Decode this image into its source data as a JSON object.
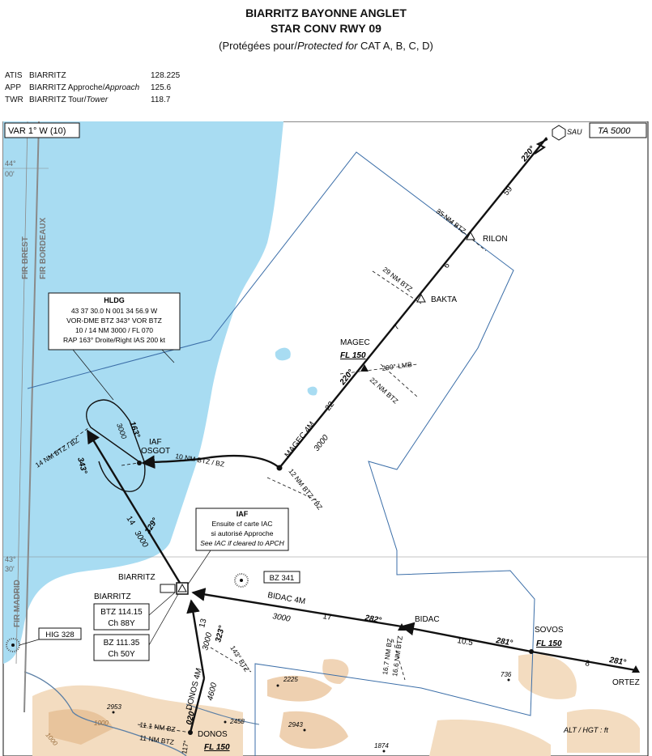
{
  "header": {
    "title": "BIARRITZ BAYONNE ANGLET",
    "subtitle": "STAR CONV RWY 09",
    "protected_prefix": "(Protégées pour/",
    "protected_italic": "Protected for",
    "protected_suffix": " CAT A, B, C, D)"
  },
  "frequencies": [
    {
      "service": "ATIS",
      "name": "BIARRITZ",
      "name_italic": "",
      "freq": "128.225"
    },
    {
      "service": "APP",
      "name": "BIARRITZ  Approche/",
      "name_italic": "Approach",
      "freq": "125.6"
    },
    {
      "service": "TWR",
      "name": "BIARRITZ  Tour/",
      "name_italic": "Tower",
      "freq": "118.7"
    }
  ],
  "map": {
    "var_label": "VAR 1° W (10)",
    "ta_label": "TA  5000",
    "lat_44": "44°",
    "lat_44_min": "00'",
    "lat_43": "43°",
    "lat_43_min": "30'",
    "fir_brest": "FIR BREST",
    "fir_bordeaux": "FIR BORDEAUX",
    "fir_madrid": "FIR MADRID",
    "units_note": "ALT / HGT : ft",
    "hold": {
      "title": "HLDG",
      "line1": "43 37 30.0 N  001 34 56.9 W",
      "line2": "VOR-DME BTZ 343° VOR BTZ",
      "line3": "10 / 14 NM 3000 / FL 070",
      "line4": "RAP 163° Droite/Right IAS 200 kt"
    },
    "iaf_box": {
      "title": "IAF",
      "line1": "Ensuite cf carte IAC",
      "line2": "si autorisé Approche",
      "line3": "See IAC if cleared to APCH"
    },
    "navaids": [
      {
        "name": "BIARRITZ",
        "line1": "BTZ 114.15",
        "line2": "Ch 88Y"
      },
      {
        "name": "",
        "line1": "BZ 111.35",
        "line2": "Ch 50Y"
      }
    ],
    "ndb_bz": "BZ 341",
    "ndb_hig": "HIG 328",
    "points": {
      "sau": "SAU",
      "rilon": "RILON",
      "bakta": "BAKTA",
      "magec": "MAGEC",
      "magec_fl": "FL 150",
      "iaf": "IAF",
      "osgot": "OSGOT",
      "biarritz": "BIARRITZ",
      "bidac": "BIDAC",
      "sovos": "SOVOS",
      "sovos_fl": "FL 150",
      "ortez": "ORTEZ",
      "donos": "DONOS",
      "donos_fl": "FL 150"
    },
    "route_labels": {
      "trk_220_top": "220°",
      "d_59": "59",
      "d_6": "6",
      "d_7": "7",
      "trk_220_mid": "220°",
      "d_22": "22",
      "magec_4m": "MAGEC 4M",
      "alt_3000_magec": "3000",
      "bidac_4m": "BIDAC 4M",
      "alt_3000_bidac": "3000",
      "d_17": "17",
      "trk_282": "282°",
      "d_10_5": "10.5",
      "trk_281a": "281°",
      "d_8": "8",
      "trk_281b": "281°",
      "donos_4m": "DONOS 4M",
      "alt_4600": "4600",
      "d_13": "13",
      "trk_323": "323°",
      "alt_3000_donos": "3000",
      "trk_020": "020°",
      "d_14": "14",
      "trk_329": "329°",
      "alt_3000_iaf": "3000",
      "trk_343": "343°",
      "trk_163": "163°",
      "alt_3000_hold": "3000",
      "r_35nm": "35 NM BTZ",
      "r_29nm": "29 NM BTZ",
      "r_290lmb": "290° LMB",
      "r_22nm": "22 NM BTZ",
      "r_12nm": "12 NM BTZ / BZ",
      "r_10nm": "10 NM BTZ / BZ",
      "r_14nm": "14 NM BTZ / BZ",
      "r_16_7": "16.7 NM BZ",
      "r_16_6": "16.6 NM BTZ",
      "r_143": "143° BTZ",
      "r_11_1": "11.1 NM BZ",
      "r_11nm": "11 NM BTZ",
      "r_117": "117°"
    },
    "elevations": {
      "e2225": "2225",
      "e2953": "2953",
      "e2458": "2458",
      "e2943": "2943",
      "e1874": "1874",
      "e736": "736",
      "e1000a": "1000",
      "e1000b": "1000"
    }
  }
}
